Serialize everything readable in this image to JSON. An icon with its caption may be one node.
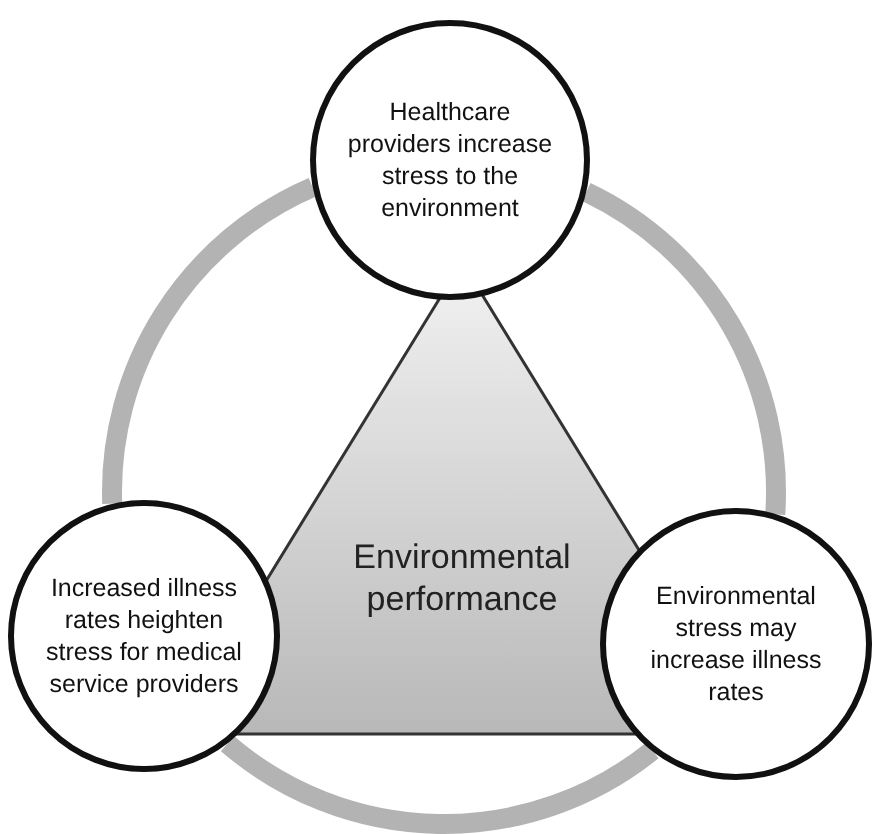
{
  "diagram": {
    "nodes": [
      {
        "text": [
          "Healthcare providers increase stress to the environment"
        ]
      },
      {
        "text": [
          "Environmental performance"
        ]
      },
      {
        "text": [
          "Increased illness rates heighten stress for medical service providers"
        ]
      },
      {
        "text": [
          "Environmental stress may increase illness rates"
        ]
      }
    ],
    "edges": [
      {
        "from": 0,
        "to": 3,
        "arrow": "none"
      },
      {
        "from": 3,
        "to": 2,
        "arrow": "none"
      },
      {
        "from": 2,
        "to": 0,
        "arrow": "none"
      }
    ]
  }
}
